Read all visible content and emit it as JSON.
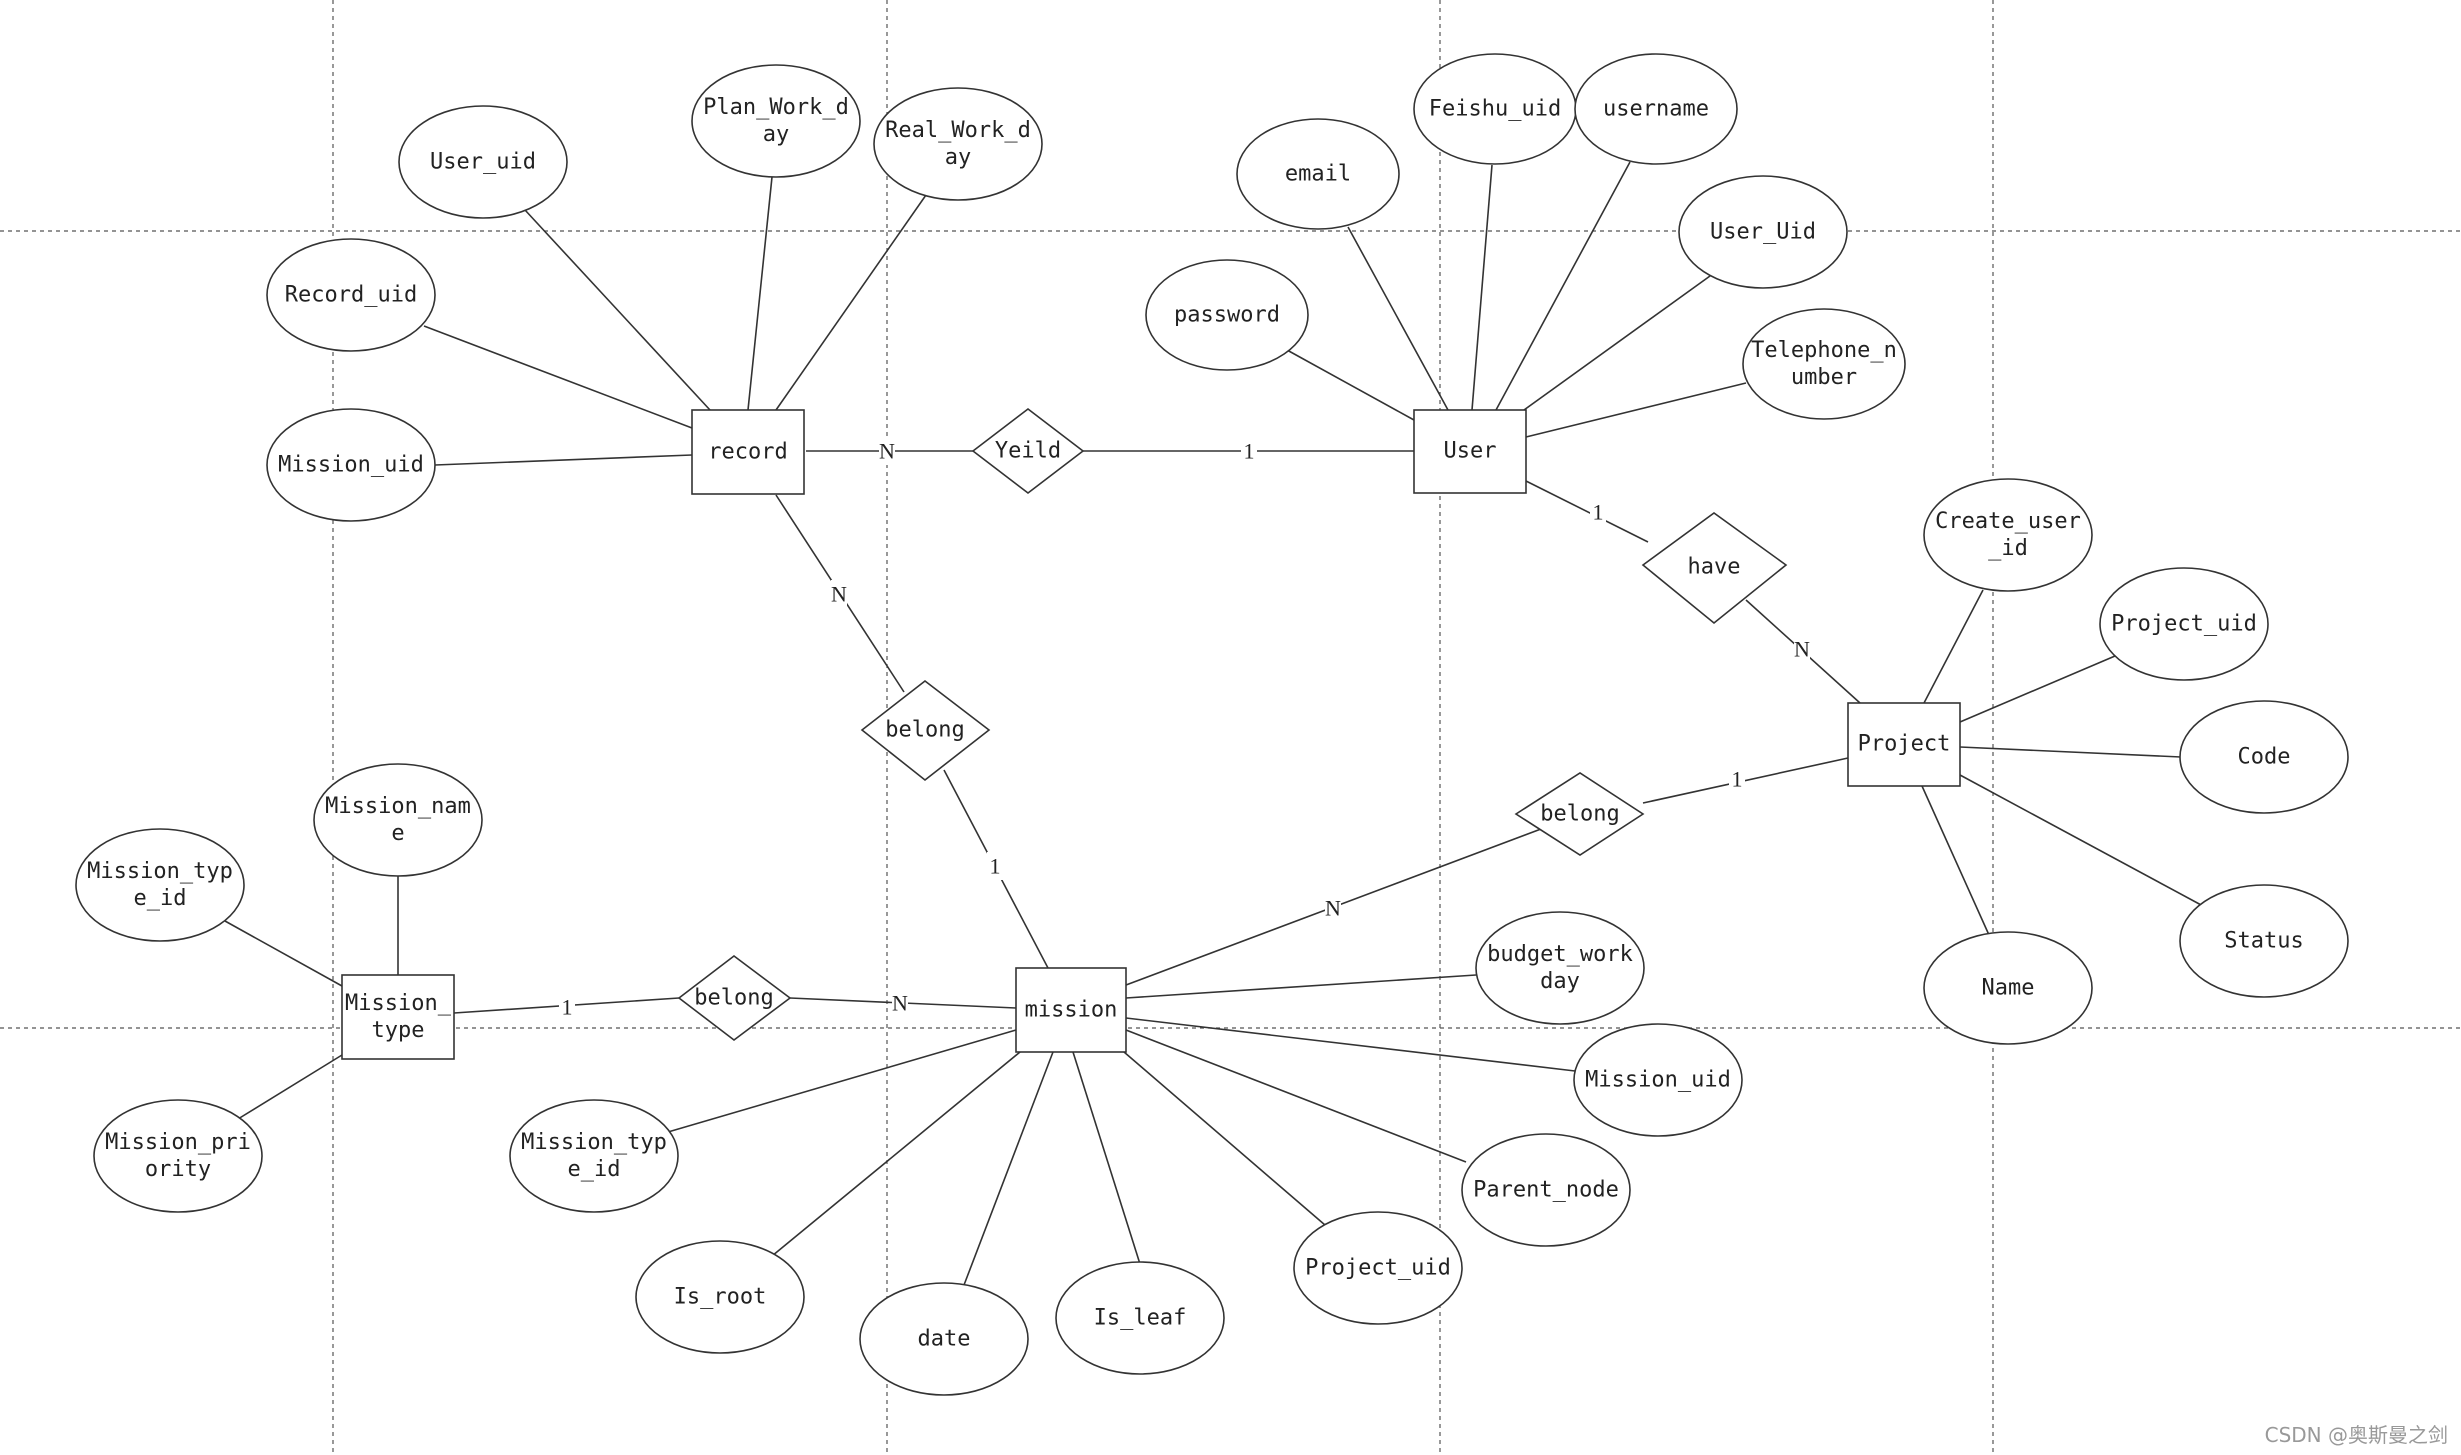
{
  "colors": {
    "primary_key": "#c9413e",
    "primary_key_bright": "#e8141a",
    "foreign_key_olive": "#8fb356",
    "foreign_key_green": "#14a84b",
    "text": "#222222",
    "line": "#333333"
  },
  "entities": {
    "record": "record",
    "user": "User",
    "project": "Project",
    "mission": "mission",
    "mission_type": [
      "Mission_",
      "type"
    ]
  },
  "relationships": {
    "yeild": "Yeild",
    "have": "have",
    "belong_record_mission": "belong",
    "belong_mission_project": "belong",
    "belong_type_mission": "belong"
  },
  "cardinalities": {
    "record_yeild": "N",
    "yeild_user": "1",
    "user_have": "1",
    "have_project": "N",
    "record_belong": "N",
    "belong_mission": "1",
    "mission_belong_project": "N",
    "belong_project": "1",
    "type_belong": "1",
    "belong_type_mission": "N"
  },
  "attributes": {
    "record_user_uid": [
      "User_uid"
    ],
    "record_plan_work_day": [
      "Plan_Work_d",
      "ay"
    ],
    "record_real_work_day": [
      "Real_Work_d",
      "ay"
    ],
    "record_record_uid": [
      "Record_uid"
    ],
    "record_mission_uid": [
      "Mission_uid"
    ],
    "user_email": [
      "email"
    ],
    "user_feishu_uid": [
      "Feishu_uid"
    ],
    "user_username": [
      "username"
    ],
    "user_user_uid": [
      "User_Uid"
    ],
    "user_password": [
      "password"
    ],
    "user_telephone": [
      "Telephone_n",
      "umber"
    ],
    "project_create_user_id": [
      "Create_user",
      "_id"
    ],
    "project_project_uid": [
      "Project_uid"
    ],
    "project_code": [
      "Code"
    ],
    "project_status": [
      "Status"
    ],
    "project_name": [
      "Name"
    ],
    "type_mission_name": [
      "Mission_nam",
      "e"
    ],
    "type_mission_type_id": [
      "Mission_typ",
      "e_id"
    ],
    "type_mission_priority": [
      "Mission_pri",
      "ority"
    ],
    "mission_budget": [
      "budget_work",
      "day"
    ],
    "mission_mission_uid": [
      "Mission_uid"
    ],
    "mission_parent_node": [
      "Parent_node"
    ],
    "mission_project_uid": [
      "Project_uid"
    ],
    "mission_is_leaf": [
      "Is_leaf"
    ],
    "mission_date": [
      "date"
    ],
    "mission_is_root": [
      "Is_root"
    ],
    "mission_mission_type_id": [
      "Mission_typ",
      "e_id"
    ]
  },
  "watermark": "CSDN @奥斯曼之剑"
}
